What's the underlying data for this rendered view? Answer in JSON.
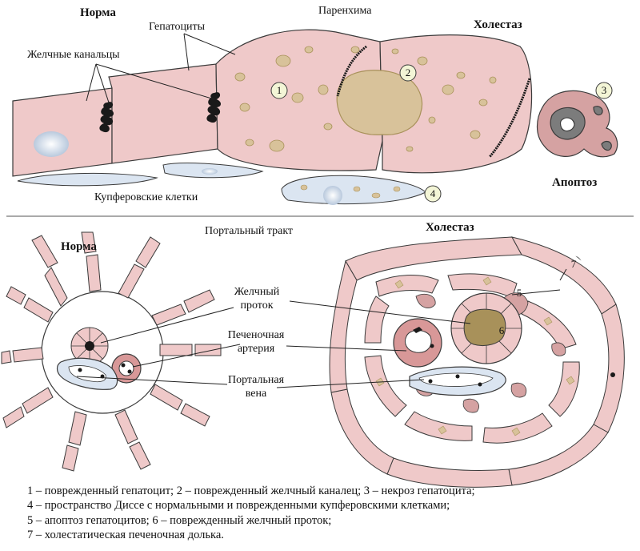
{
  "top_panel": {
    "label_norm": "Норма",
    "label_parenchyma": "Паренхима",
    "label_cholestasis": "Холестаз",
    "label_hepatocytes": "Гепатоциты",
    "label_canaliculi": "Желчные канальцы",
    "label_kupffer": "Купферовские клетки",
    "label_apoptosis": "Апоптоз",
    "markers": [
      "1",
      "2",
      "3",
      "4"
    ]
  },
  "bottom_panel": {
    "label_norm": "Норма",
    "label_portal_tract": "Портальный тракт",
    "label_cholestasis": "Холестаз",
    "label_bile_duct": [
      "Желчный",
      "проток"
    ],
    "label_hepatic_artery": [
      "Печеночная",
      "артерия"
    ],
    "label_portal_vein": [
      "Портальная",
      "вена"
    ],
    "markers": [
      "5",
      "6",
      "7"
    ]
  },
  "legend": [
    "1 – поврежденный гепатоцит; 2 – поврежденный желчный каналец; 3 – некроз гепатоцита;",
    "4 – пространство Диссе с нормальными и поврежденными купферовскими клетками;",
    "5 – апоптоз гепатоцитов; 6 – поврежденный желчный проток;",
    "7 – холестатическая печеночная долька."
  ],
  "colors": {
    "hepatocyte": "#efc9c9",
    "outline": "#3a3a3a",
    "bile": "#1a1a1a",
    "granule": "#d8c29a",
    "kupffer": "#dbe5f1",
    "marker": "#f3f5d6",
    "vessel": "#f2b7b7",
    "duct_content": "#a8915a"
  }
}
